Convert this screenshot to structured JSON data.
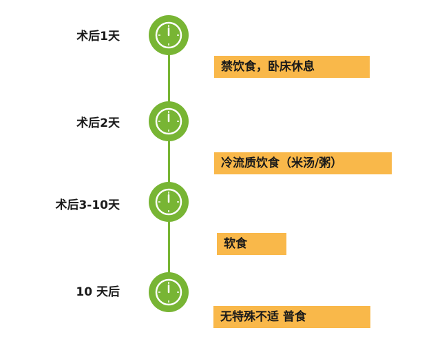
{
  "timeline": {
    "steps": [
      {
        "time": "术后1天",
        "diet": "禁饮食，卧床休息"
      },
      {
        "time": "术后2天",
        "diet": "冷流质饮食（米汤/粥）"
      },
      {
        "time": "术后3-10天",
        "diet": "软食"
      },
      {
        "time": "10 天后",
        "diet": "无特殊不适  普食"
      }
    ]
  },
  "colors": {
    "accent_green": "#78b534",
    "box_orange": "#f9b84a"
  },
  "icons": [
    "clock-icon"
  ]
}
